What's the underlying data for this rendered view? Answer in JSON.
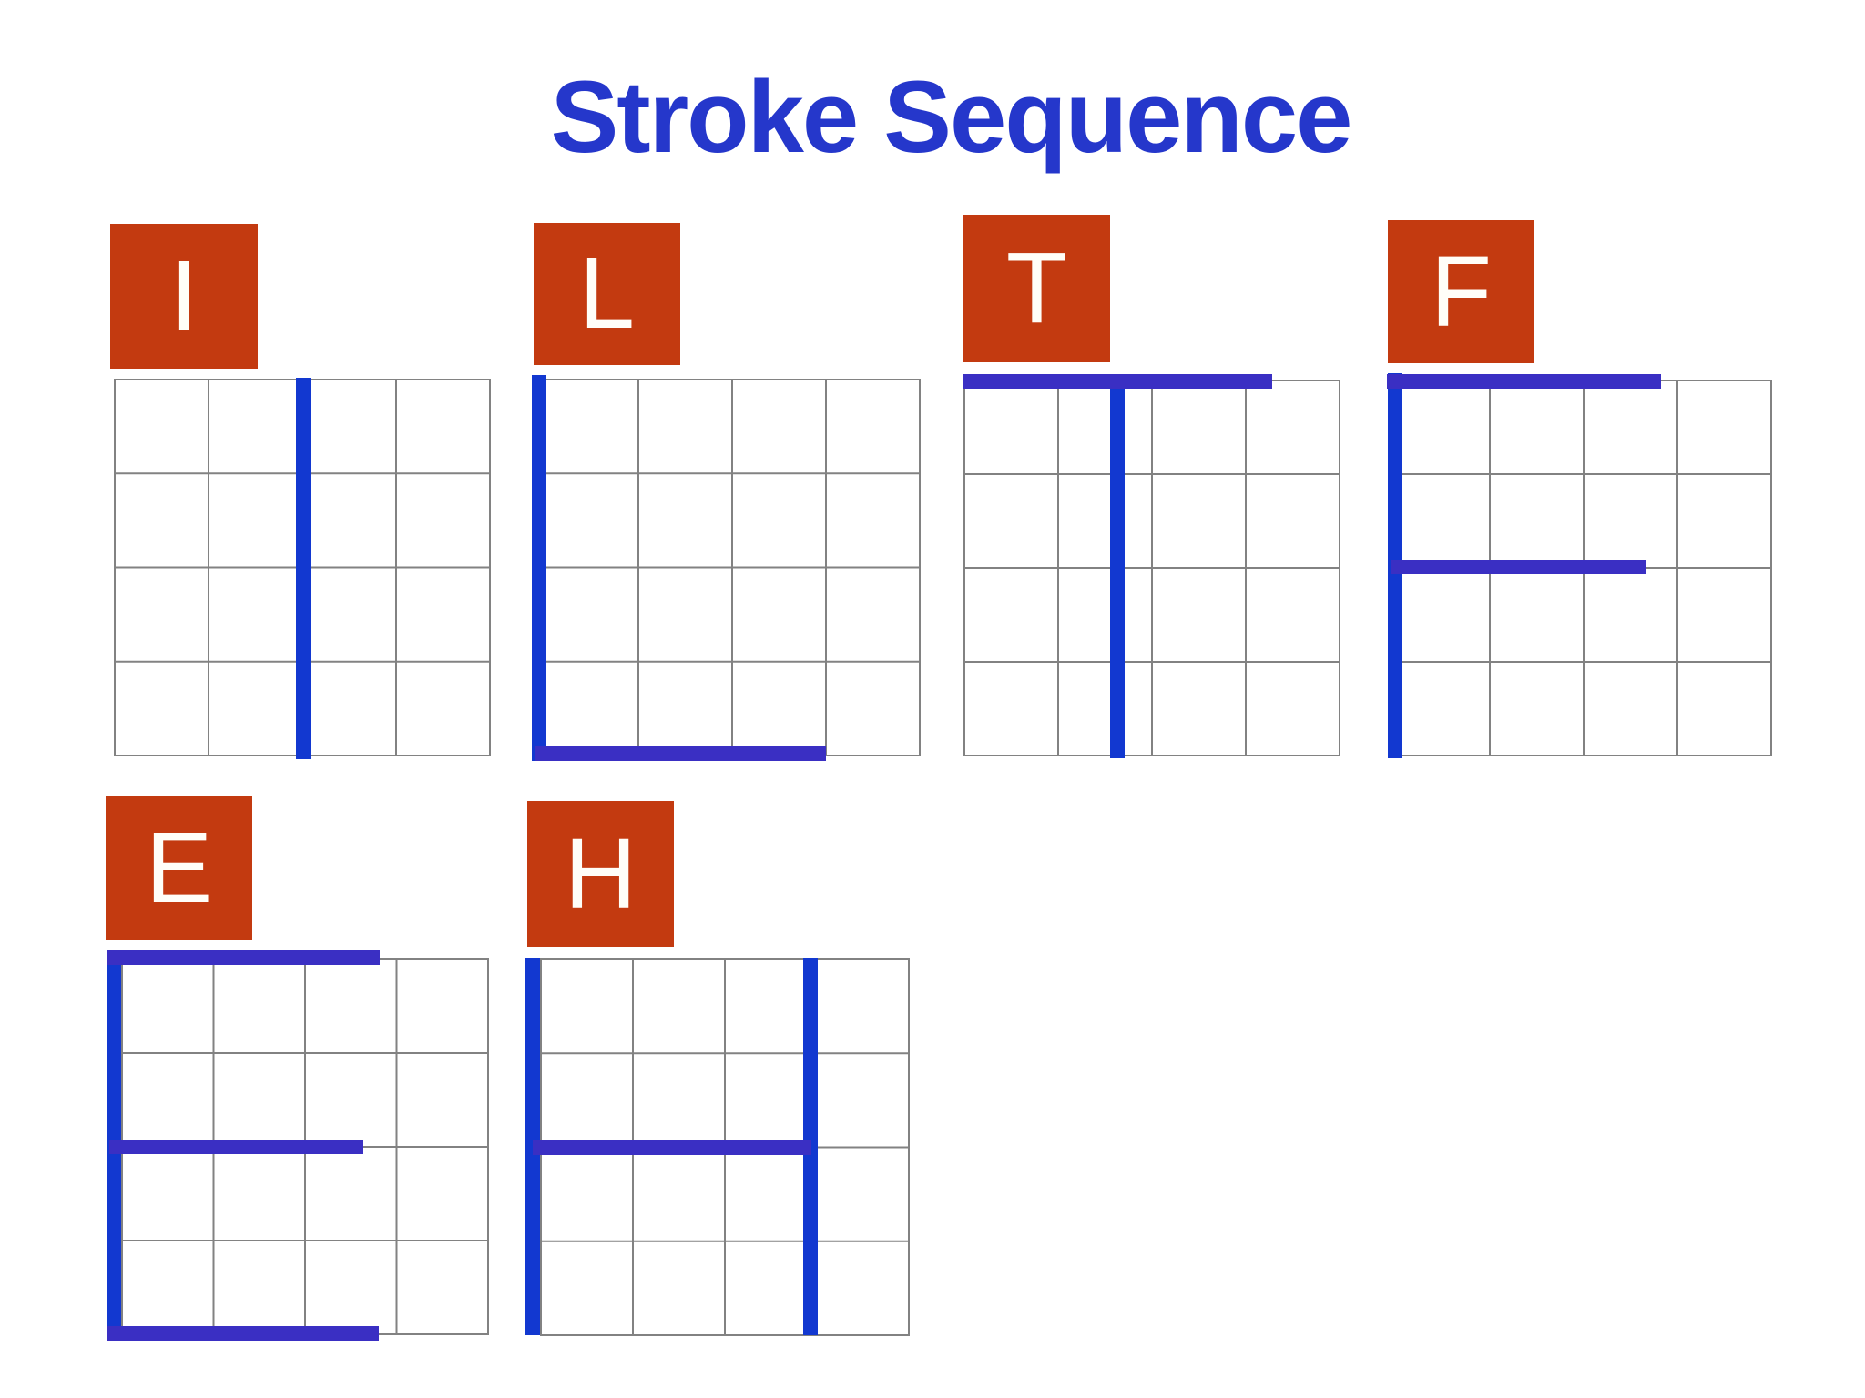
{
  "title": "Stroke Sequence",
  "colors": {
    "background": "#ffffff",
    "title_text": "#2537cb",
    "label_bg": "#c33a10",
    "label_text": "#fffef8",
    "grid_line": "#828282",
    "stroke_vertical": "#1238d0",
    "stroke_horizontal": "#3a2fc3"
  },
  "panels": [
    {
      "letter": "I",
      "strokes": [
        {
          "dir": "v",
          "at": 0.505,
          "from": -0.002,
          "to": 1.012
        }
      ]
    },
    {
      "letter": "L",
      "strokes": [
        {
          "dir": "v",
          "at": -0.012,
          "from": -0.01,
          "to": 1.018
        },
        {
          "dir": "h",
          "at": 0.997,
          "from": -0.022,
          "to": 0.752
        }
      ]
    },
    {
      "letter": "T",
      "strokes": [
        {
          "dir": "h",
          "at": 0.004,
          "from": -0.002,
          "to": 0.824
        },
        {
          "dir": "v",
          "at": 0.409,
          "from": 0.0,
          "to": 1.01
        }
      ]
    },
    {
      "letter": "F",
      "strokes": [
        {
          "dir": "h",
          "at": 0.004,
          "from": -0.022,
          "to": 0.708
        },
        {
          "dir": "v",
          "at": 0.0,
          "from": -0.017,
          "to": 1.01
        },
        {
          "dir": "h",
          "at": 0.5,
          "from": -0.012,
          "to": 0.669
        }
      ]
    },
    {
      "letter": "E",
      "strokes": [
        {
          "dir": "v",
          "at": -0.02,
          "from": -0.012,
          "to": 1.02
        },
        {
          "dir": "h",
          "at": -0.002,
          "from": -0.04,
          "to": 0.706
        },
        {
          "dir": "h",
          "at": 0.502,
          "from": -0.032,
          "to": 0.662
        },
        {
          "dir": "h",
          "at": 1.0,
          "from": -0.04,
          "to": 0.703
        }
      ]
    },
    {
      "letter": "H",
      "strokes": [
        {
          "dir": "v",
          "at": -0.02,
          "from": 0.0,
          "to": 1.002
        },
        {
          "dir": "v",
          "at": 0.735,
          "from": 0.0,
          "to": 1.002
        },
        {
          "dir": "h",
          "at": 0.503,
          "from": -0.02,
          "to": 0.737
        }
      ]
    }
  ]
}
